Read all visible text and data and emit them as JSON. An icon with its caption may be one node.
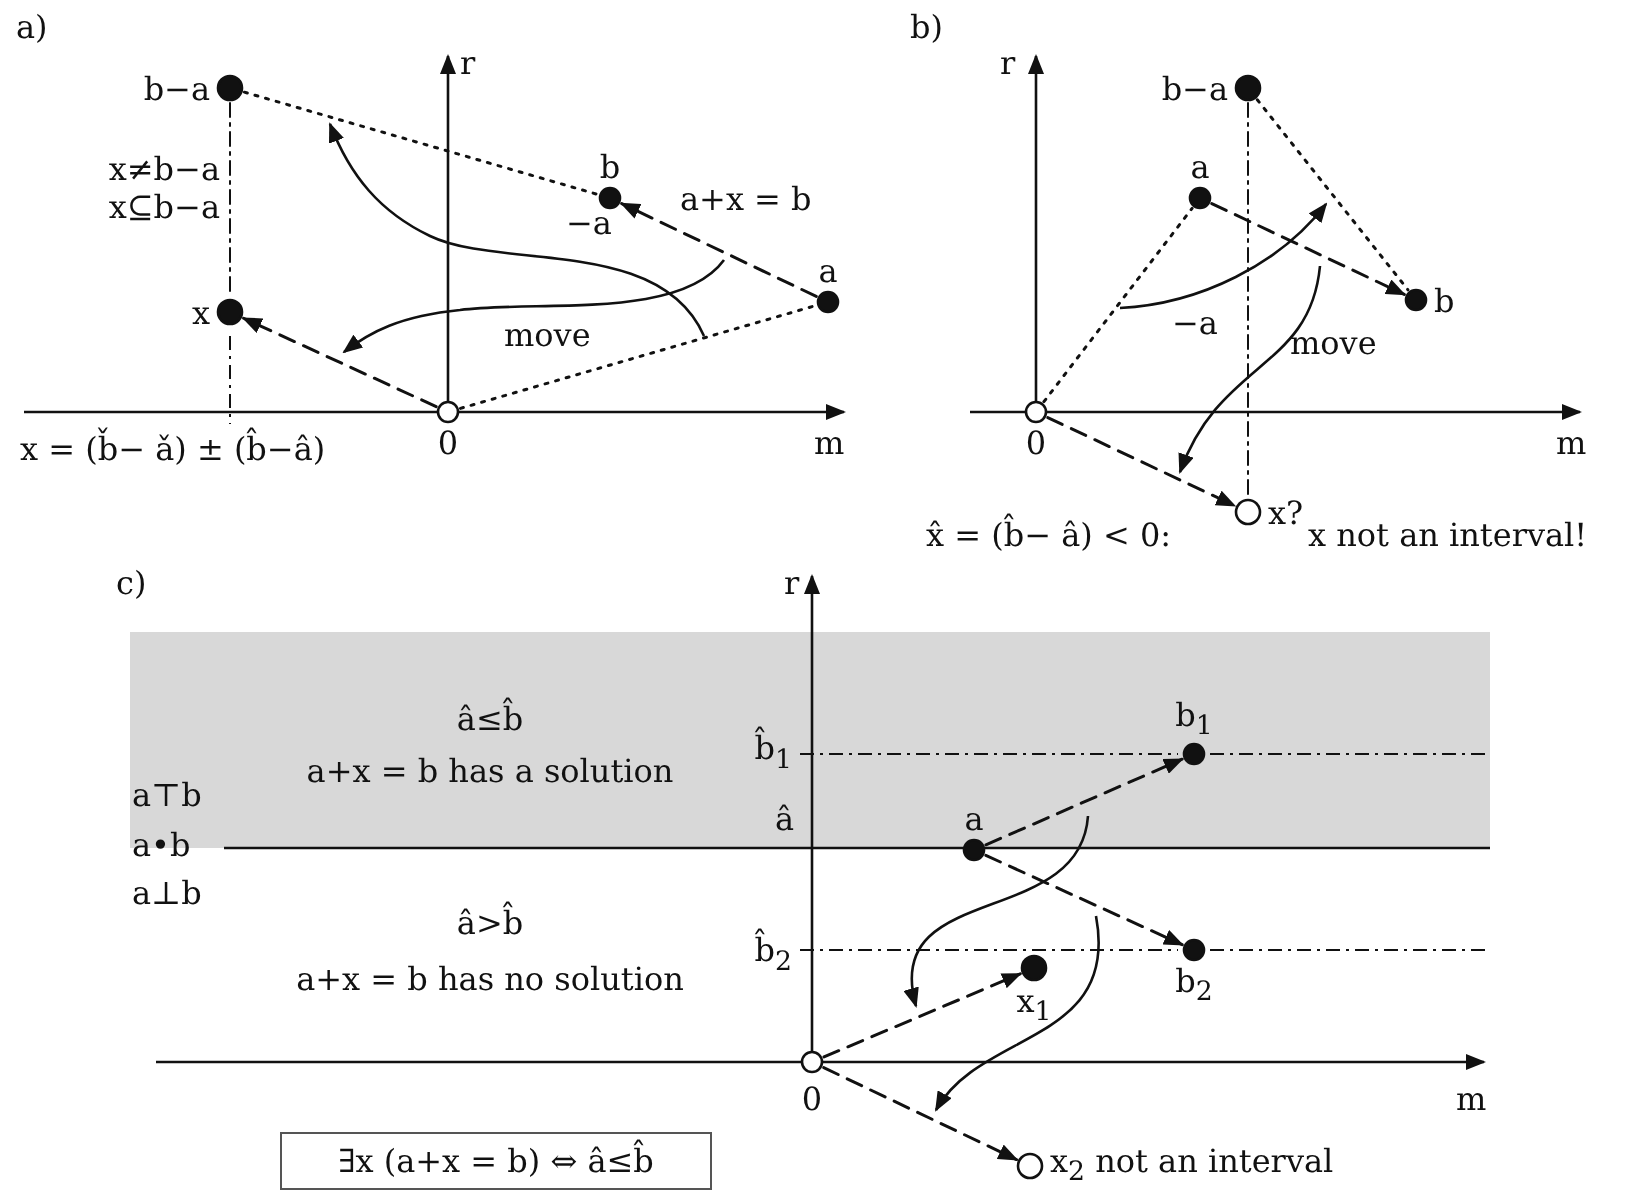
{
  "diagram": {
    "nodes": [
      {
        "text": [
          "b−a"
        ]
      },
      {
        "text": [
          "b"
        ]
      },
      {
        "text": [
          "a"
        ]
      },
      {
        "text": [
          "x"
        ]
      },
      {
        "text": [],
        "shape": "circle"
      },
      {
        "text": [
          "b−a"
        ]
      },
      {
        "text": [
          "a"
        ]
      },
      {
        "text": [
          "b"
        ]
      },
      {
        "text": [],
        "shape": "circle"
      },
      {
        "text": [
          "x?"
        ]
      },
      {
        "text": [
          "â≤b̂",
          "a+x = b has a solution"
        ]
      },
      {
        "text": [
          "a"
        ]
      },
      {
        "text": [
          "b$_{1}$"
        ],
        "in": 10
      },
      {
        "text": [
          "b$_{2}$"
        ]
      },
      {
        "text": [
          "x$_{1}$"
        ]
      },
      {
        "text": [],
        "shape": "circle"
      },
      {
        "text": [
          "x$_{2}$ not an interval"
        ]
      },
      {
        "text": [
          "∃x (a+x = b) ⇔ â≤b̂"
        ]
      }
    ],
    "edges": [
      {
        "from": 0,
        "to": 1,
        "arrow": "none"
      },
      {
        "from": 2,
        "to": 1,
        "arrow": "to",
        "style": "dashed",
        "label": "a+x = b"
      },
      {
        "from": 4,
        "to": 2,
        "arrow": "none"
      },
      {
        "from": 4,
        "to": 3,
        "arrow": "to",
        "style": "dashed"
      },
      {
        "from": 5,
        "to": 7,
        "arrow": "none"
      },
      {
        "from": 8,
        "to": 6,
        "arrow": "none"
      },
      {
        "from": 6,
        "to": 7,
        "arrow": "to",
        "style": "dashed"
      },
      {
        "from": 8,
        "to": 9,
        "arrow": "to",
        "style": "dashed"
      },
      {
        "from": 11,
        "to": 12,
        "arrow": "to",
        "style": "dashed"
      },
      {
        "from": 11,
        "to": 13,
        "arrow": "to",
        "style": "dashed"
      },
      {
        "from": 15,
        "to": 14,
        "arrow": "to",
        "style": "dashed"
      },
      {
        "from": 15,
        "to": 16,
        "arrow": "to",
        "style": "dashed"
      },
      {
        "from": 0,
        "to": 3,
        "arrow": "none",
        "style": "dashed"
      },
      {
        "from": 5,
        "to": 9,
        "arrow": "none",
        "style": "dashed"
      }
    ],
    "labels": [
      "a)",
      "r",
      "m",
      "0",
      "x≠b−a",
      "x⊆b−a",
      "x = (b̌− ǎ) ± (b̂−â)",
      "−a",
      "move",
      "b)",
      "r",
      "m",
      "0",
      "−a",
      "move",
      "x̂ = (b̂− â) < 0:",
      "x not an interval!",
      "c)",
      "r",
      "b̂$_{1}$",
      "â",
      "b̂$_{2}$",
      "a⊤b",
      "a•b",
      "a⊥b",
      "â>b̂",
      "a+x = b has no solution",
      "m",
      "0"
    ]
  }
}
